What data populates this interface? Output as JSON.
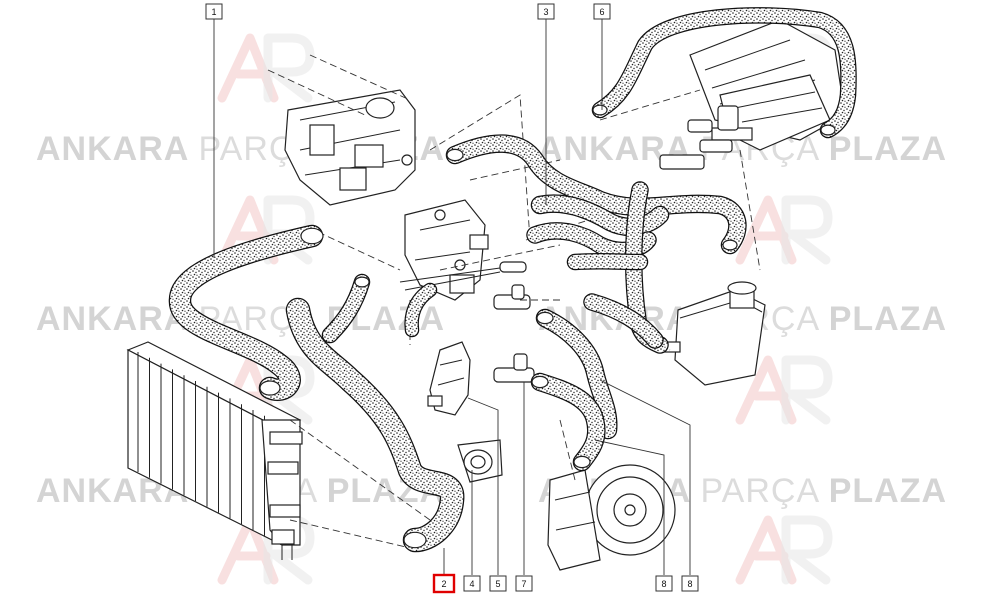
{
  "watermark": {
    "word1": "ANKARA",
    "word2": "PARÇA",
    "word3": "PLAZA",
    "logo_colors": [
      "#f3c6c6",
      "#e5e5e5"
    ]
  },
  "callouts": [
    {
      "id": "1",
      "label": "1",
      "active": false
    },
    {
      "id": "2",
      "label": "2",
      "active": true
    },
    {
      "id": "3",
      "label": "3",
      "active": false
    },
    {
      "id": "4",
      "label": "4",
      "active": false
    },
    {
      "id": "5",
      "label": "5",
      "active": false
    },
    {
      "id": "6",
      "label": "6",
      "active": false
    },
    {
      "id": "7",
      "label": "7",
      "active": false
    },
    {
      "id": "8a",
      "label": "8",
      "active": false
    },
    {
      "id": "8b",
      "label": "8",
      "active": false
    }
  ],
  "colors": {
    "highlight": "#e00000",
    "line": "#111111"
  }
}
